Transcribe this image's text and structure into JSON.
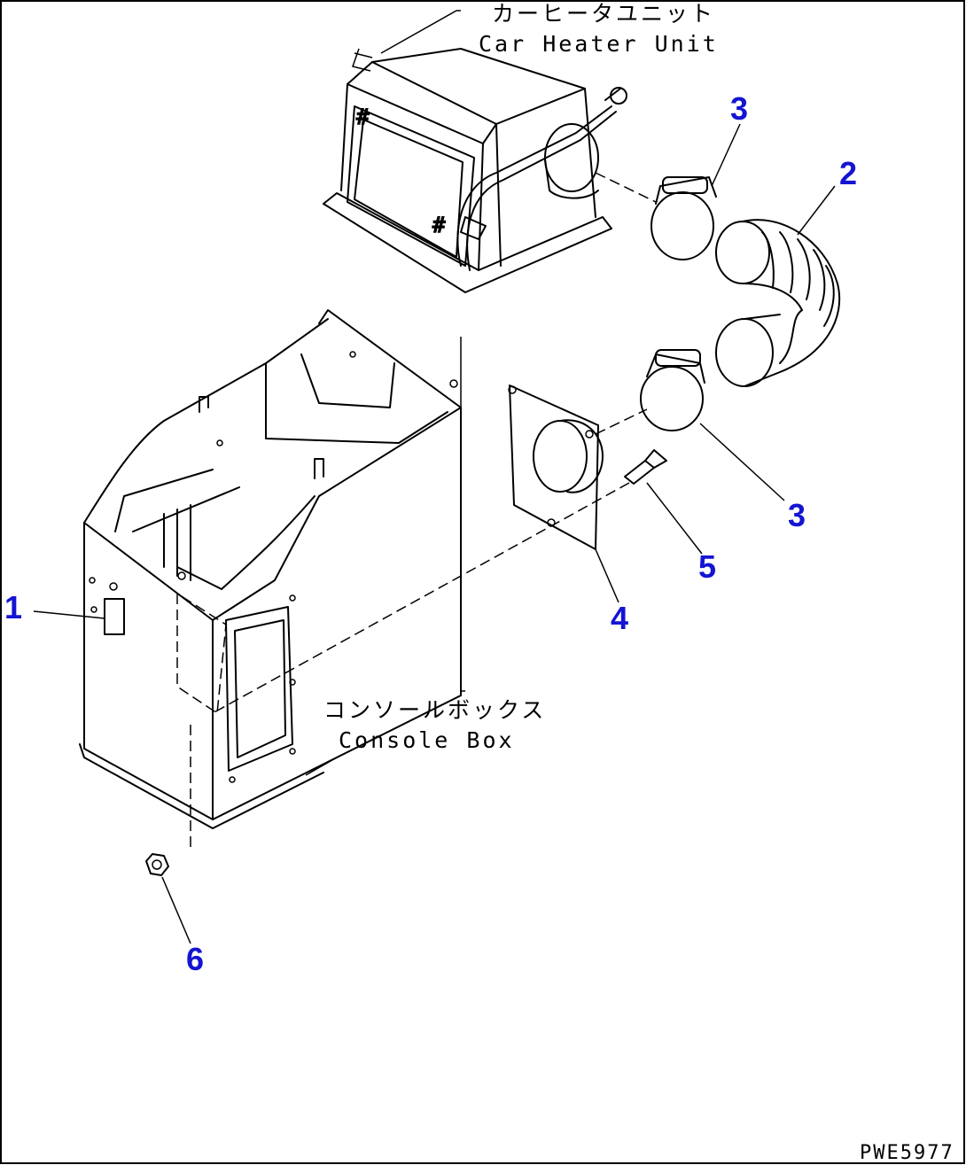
{
  "diagram": {
    "callouts": [
      {
        "id": "1",
        "text": "1"
      },
      {
        "id": "2",
        "text": "2"
      },
      {
        "id": "3a",
        "text": "3"
      },
      {
        "id": "3b",
        "text": "3"
      },
      {
        "id": "4",
        "text": "4"
      },
      {
        "id": "5",
        "text": "5"
      },
      {
        "id": "6",
        "text": "6"
      }
    ],
    "heater_unit": {
      "jp": "カーヒータユニット",
      "en": "Car Heater Unit"
    },
    "console_box": {
      "jp": "コンソールボックス",
      "en": "Console Box"
    },
    "drawing_number": "PWE5977"
  },
  "colors": {
    "callout": "#1414d2",
    "line": "#000000",
    "background": "#ffffff"
  }
}
